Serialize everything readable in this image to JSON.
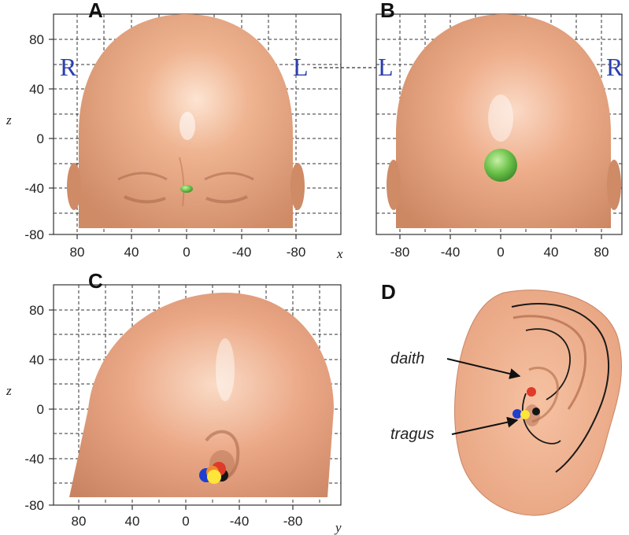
{
  "panels": {
    "a": {
      "letter": "A",
      "side_left": "R",
      "side_right": "L",
      "x_ticks": [
        "80",
        "40",
        "0",
        "-40",
        "-80"
      ],
      "z_ticks": [
        "80",
        "40",
        "0",
        "-40",
        "-80"
      ]
    },
    "b": {
      "letter": "B",
      "side_left": "L",
      "side_right": "R",
      "x_ticks": [
        "-80",
        "-40",
        "0",
        "40",
        "80"
      ]
    },
    "c": {
      "letter": "C",
      "y_ticks": [
        "80",
        "40",
        "0",
        "-40",
        "-80"
      ],
      "z_ticks": [
        "80",
        "40",
        "0",
        "-40",
        "-80"
      ]
    },
    "d": {
      "letter": "D",
      "labels": [
        "daith",
        "tragus"
      ]
    }
  },
  "axes": {
    "x": "x",
    "y": "y",
    "z": "z"
  },
  "colors": {
    "skin": "#e8a684",
    "skin_dark": "#c8805e",
    "green_marker": "#6cc24a",
    "marker_red": "#e03a2a",
    "marker_blue": "#1f3fd0",
    "marker_yellow": "#ffe43a",
    "marker_black": "#151515",
    "side_label": "#2a3fb0"
  }
}
